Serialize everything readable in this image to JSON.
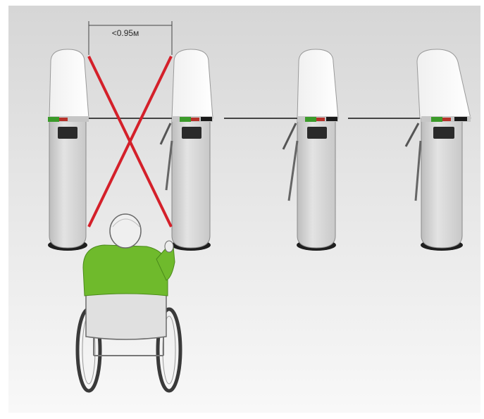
{
  "scene": {
    "width_label": "<0.95м",
    "colors": {
      "background_top": "#d9d9d9",
      "background_bottom": "#f6f6f6",
      "turnstile_body": "#dcdcdc",
      "turnstile_top": "#f4f4f4",
      "cross_lines": "#d4202a",
      "shirt": "#6fba2c",
      "base": "#1e1e1e"
    },
    "objects": [
      "turnstile-1",
      "turnstile-2",
      "turnstile-3",
      "turnstile-4",
      "wheelchair-user"
    ]
  }
}
